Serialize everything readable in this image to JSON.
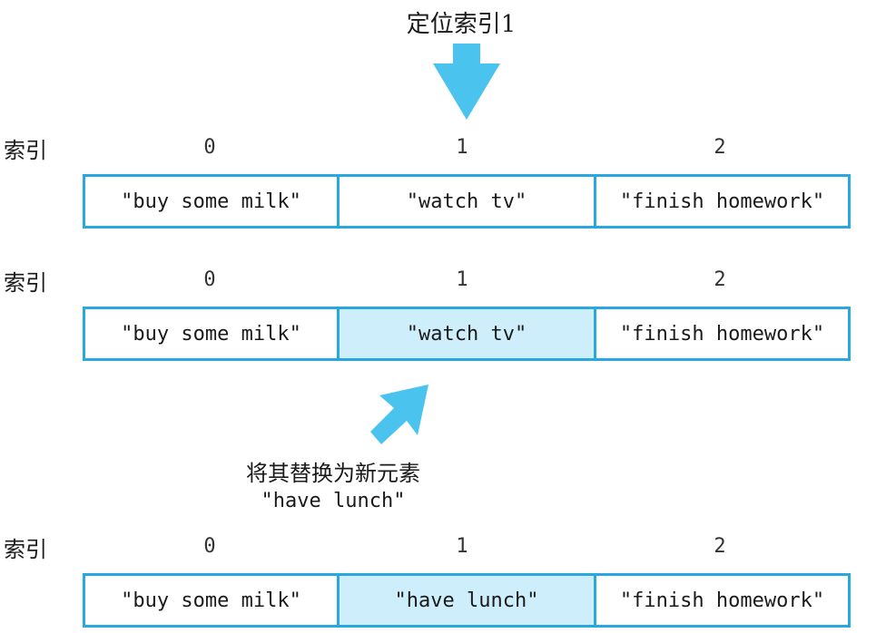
{
  "top_label": "定位索引1",
  "caption_line1": "将其替换为新元素",
  "caption_line2": "\"have lunch\"",
  "colors": {
    "accent": "#4ac4ef",
    "border": "#29a8e0",
    "highlight": "#cdeefa"
  },
  "rows": [
    {
      "label": "索引",
      "indices": [
        "0",
        "1",
        "2"
      ],
      "cells": [
        "\"buy some milk\"",
        "\"watch tv\"",
        "\"finish homework\""
      ]
    },
    {
      "label": "索引",
      "indices": [
        "0",
        "1",
        "2"
      ],
      "cells": [
        "\"buy some milk\"",
        "\"watch tv\"",
        "\"finish homework\""
      ]
    },
    {
      "label": "索引",
      "indices": [
        "0",
        "1",
        "2"
      ],
      "cells": [
        "\"buy some milk\"",
        "\"have lunch\"",
        "\"finish homework\""
      ]
    }
  ]
}
